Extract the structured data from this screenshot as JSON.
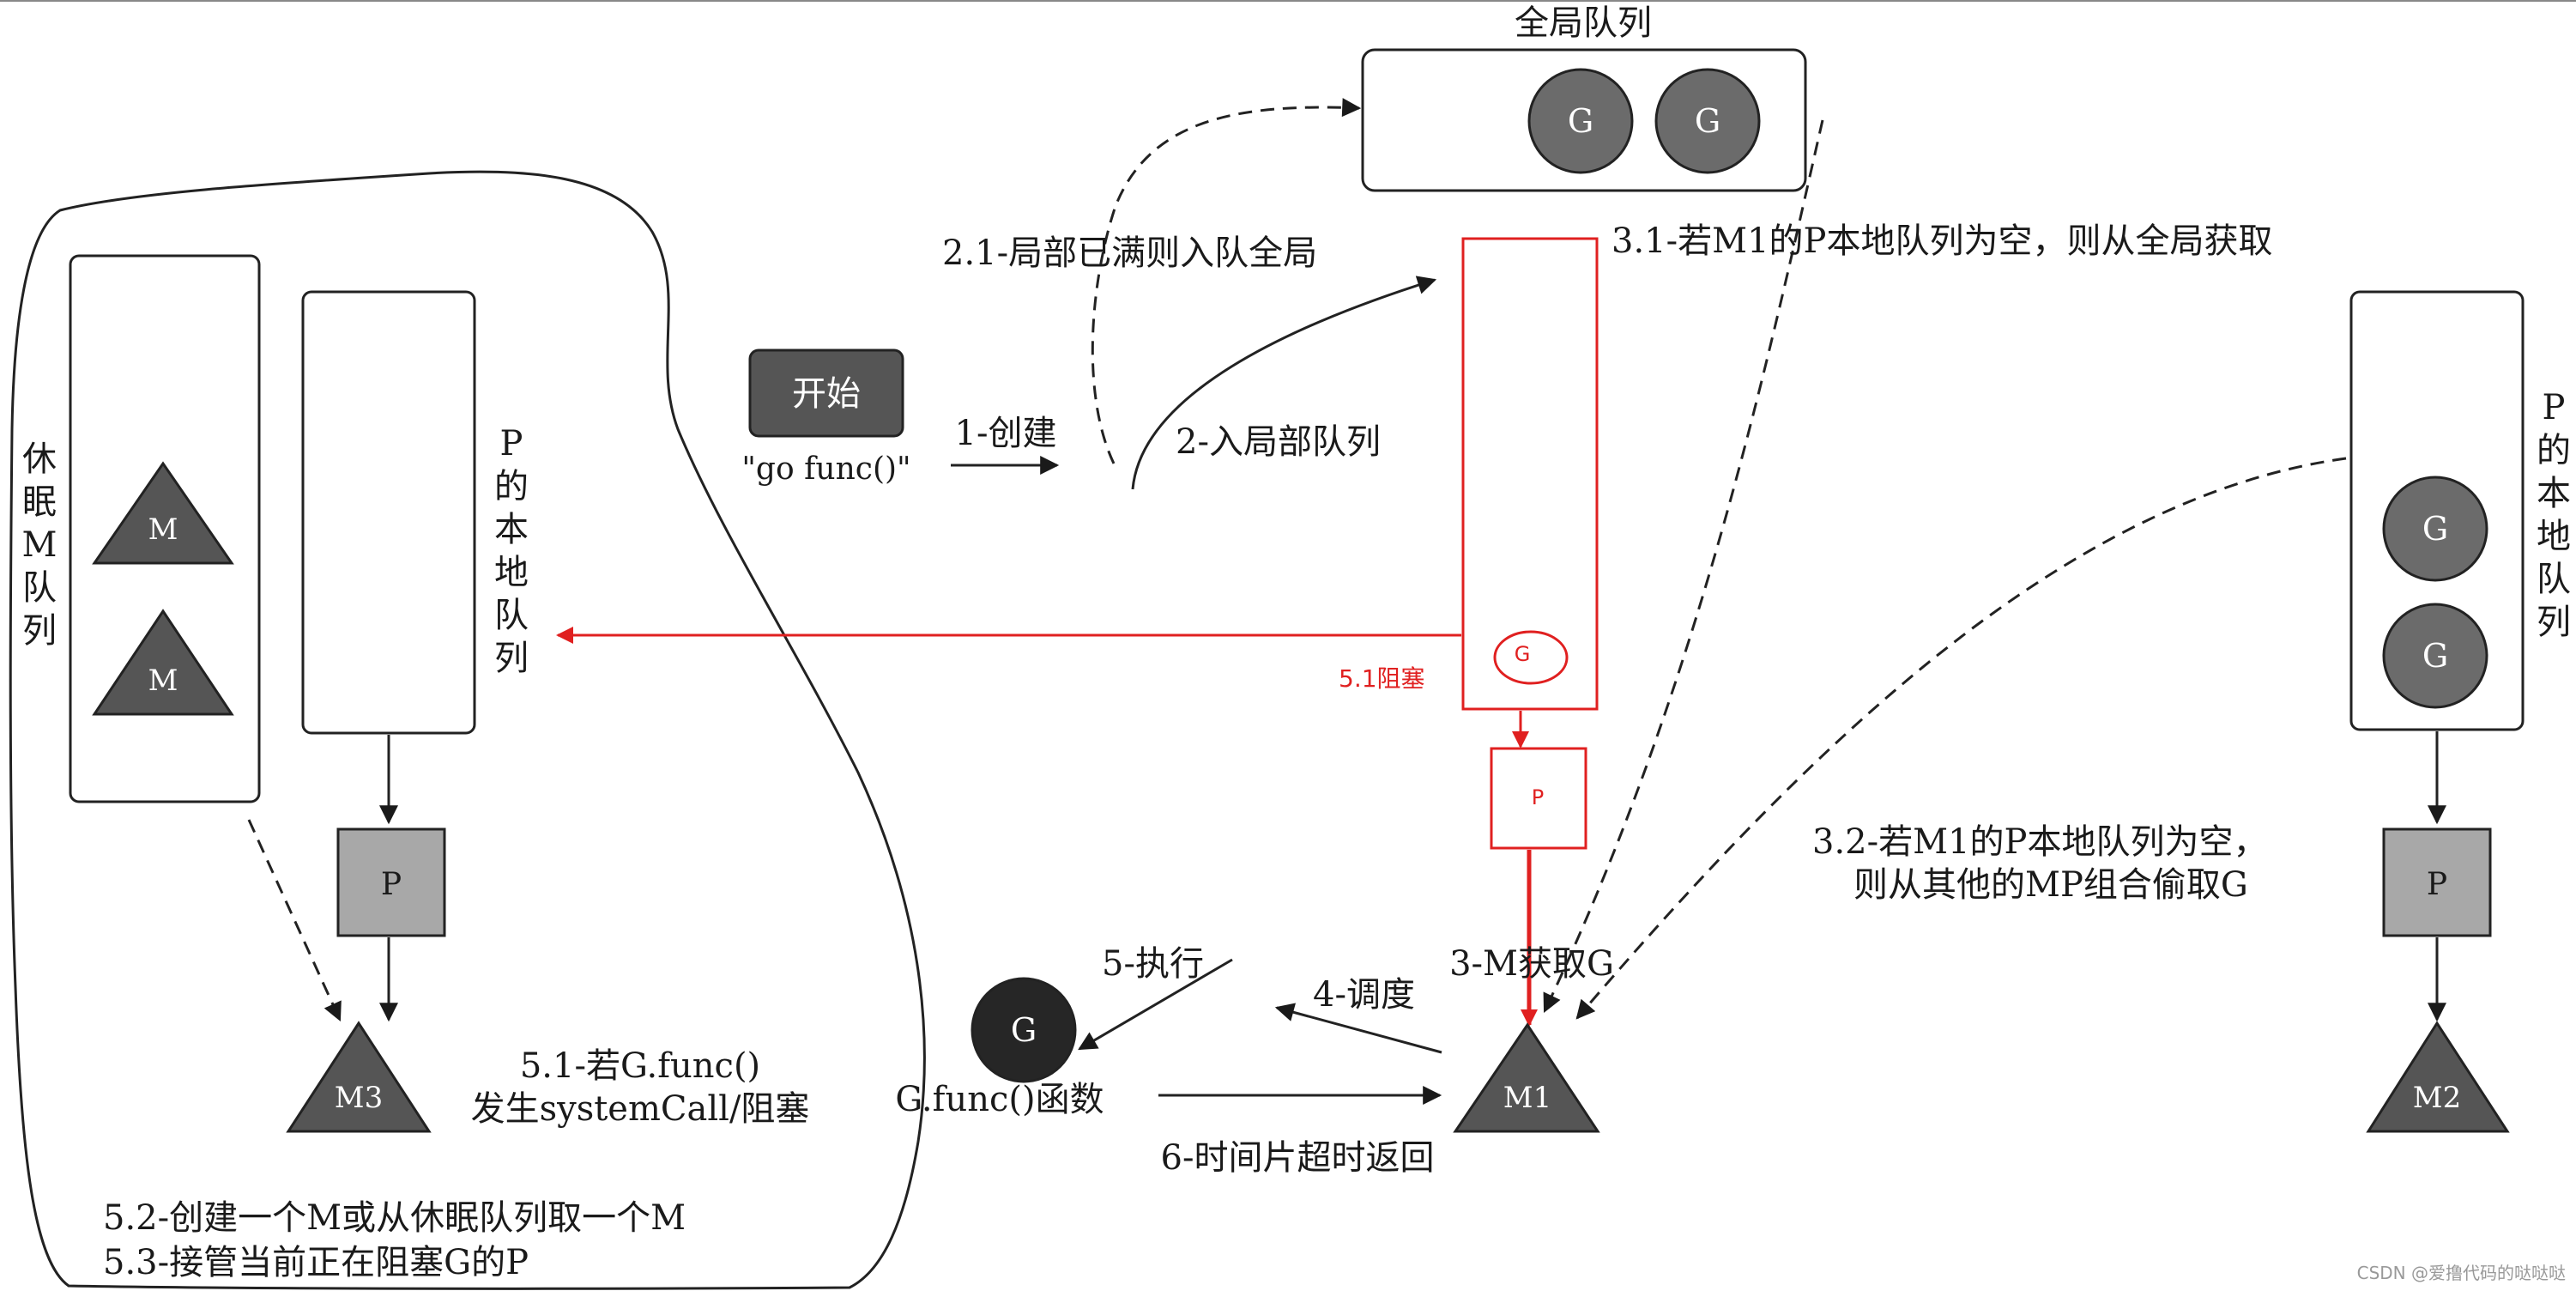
{
  "global_queue": {
    "title": "全局队列",
    "items": [
      "G",
      "G"
    ]
  },
  "start": {
    "button": "开始",
    "code": "\"go func()\""
  },
  "edges": {
    "create": "1-创建",
    "enqueue_local": "2-入局部队列",
    "enqueue_global": "2.1-局部已满则入队全局",
    "m_get_g": "3-M获取G",
    "from_global": "3.1-若M1的P本地队列为空，则从全局获取",
    "steal_line1": "3.2-若M1的P本地队列为空，",
    "steal_line2": "则从其他的MP组合偷取G",
    "schedule": "4-调度",
    "execute": "5-执行",
    "timeout": "6-时间片超时返回",
    "block_red": "5.1阻塞",
    "syscall_line1": "5.1-若G.func()",
    "syscall_line2": "发生systemCall/阻塞",
    "create_m": "5.2-创建一个M或从休眠队列取一个M",
    "takeover_p": "5.3-接管当前正在阻塞G的P"
  },
  "sleep_queue": {
    "label": [
      "休",
      "眠",
      "M",
      "队",
      "列"
    ],
    "items": [
      "M",
      "M"
    ]
  },
  "left_local_queue": {
    "label": [
      "P",
      "的",
      "本",
      "地",
      "队",
      "列"
    ]
  },
  "right_local_queue": {
    "label": [
      "P",
      "的",
      "本",
      "地",
      "队",
      "列"
    ],
    "items": [
      "G",
      "G"
    ]
  },
  "center_queue": {
    "item": "G"
  },
  "nodes": {
    "p_left": "P",
    "p_center": "P",
    "p_right": "P",
    "m3": "M3",
    "m1": "M1",
    "m2": "M2",
    "g_running": "G",
    "g_func": "G.func()函数"
  },
  "watermark": "CSDN @爱撸代码的哒哒哒",
  "colors": {
    "red": "#e02020",
    "dark_fill": "#555555",
    "g_fill": "#6b6b6b",
    "g_black": "#262626",
    "p_fill": "#a8a8a8"
  }
}
